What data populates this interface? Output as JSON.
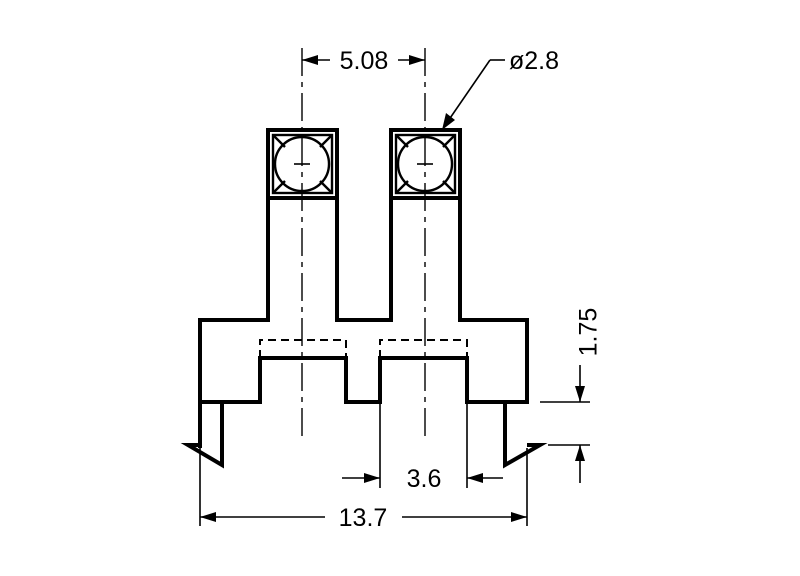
{
  "drawing": {
    "dimensions": {
      "pitch": "5.08",
      "hole_diameter": "ø2.8",
      "height": "1.75",
      "slot_width": "3.6",
      "overall_width": "13.7"
    },
    "colors": {
      "line": "#000000",
      "background": "#ffffff"
    }
  }
}
